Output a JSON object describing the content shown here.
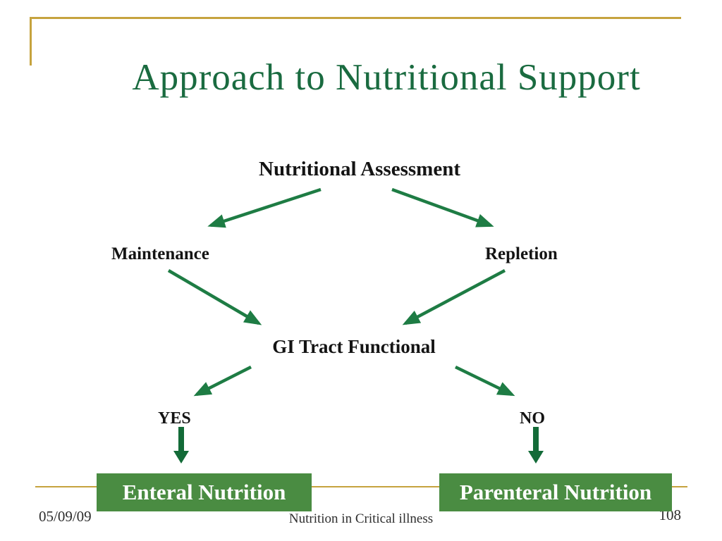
{
  "slide": {
    "title": "Approach to Nutritional Support",
    "footer": {
      "date": "05/09/09",
      "center_text": "Nutrition in Critical illness",
      "page_number": "108"
    },
    "colors": {
      "title_green": "#1A6B40",
      "arrow_green": "#1E7C44",
      "block_arrow_green": "#136B38",
      "box_green": "#4A8C42",
      "box_text": "#FFFFFF",
      "gold": "#C6A33E",
      "text_black": "#141414",
      "footer_gray": "#2E2E2E"
    }
  },
  "flowchart": {
    "root": "Nutritional Assessment",
    "level2": {
      "left": "Maintenance",
      "right": "Repletion"
    },
    "decision": "GI Tract Functional",
    "branch_yes": "YES",
    "branch_no": "NO",
    "outcome_enteral": "Enteral Nutrition",
    "outcome_parenteral": "Parenteral Nutrition"
  }
}
